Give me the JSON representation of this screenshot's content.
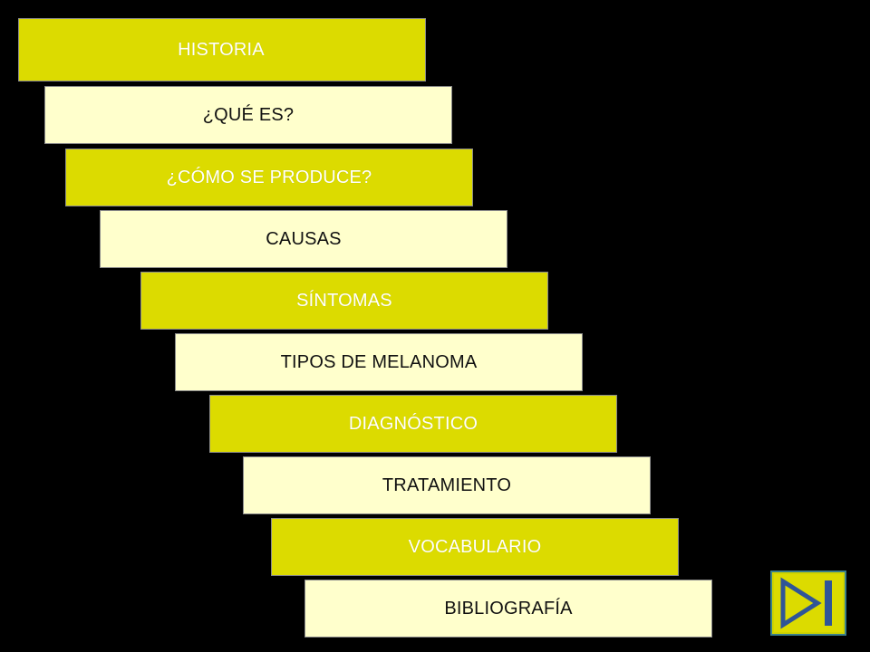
{
  "menu": {
    "items": [
      {
        "label": "HISTORIA"
      },
      {
        "label": "¿QUÉ ES?"
      },
      {
        "label": "¿CÓMO SE PRODUCE?"
      },
      {
        "label": "CAUSAS"
      },
      {
        "label": "SÍNTOMAS"
      },
      {
        "label": "TIPOS DE MELANOMA"
      },
      {
        "label": "DIAGNÓSTICO"
      },
      {
        "label": "TRATAMIENTO"
      },
      {
        "label": "VOCABULARIO"
      },
      {
        "label": "BIBLIOGRAFÍA"
      }
    ]
  },
  "colors": {
    "background": "#000000",
    "button_yellow": "#dcdb00",
    "button_cream": "#ffffcc",
    "icon_blue": "#2f5597"
  },
  "end_button": {
    "icon": "end-arrow-icon"
  }
}
